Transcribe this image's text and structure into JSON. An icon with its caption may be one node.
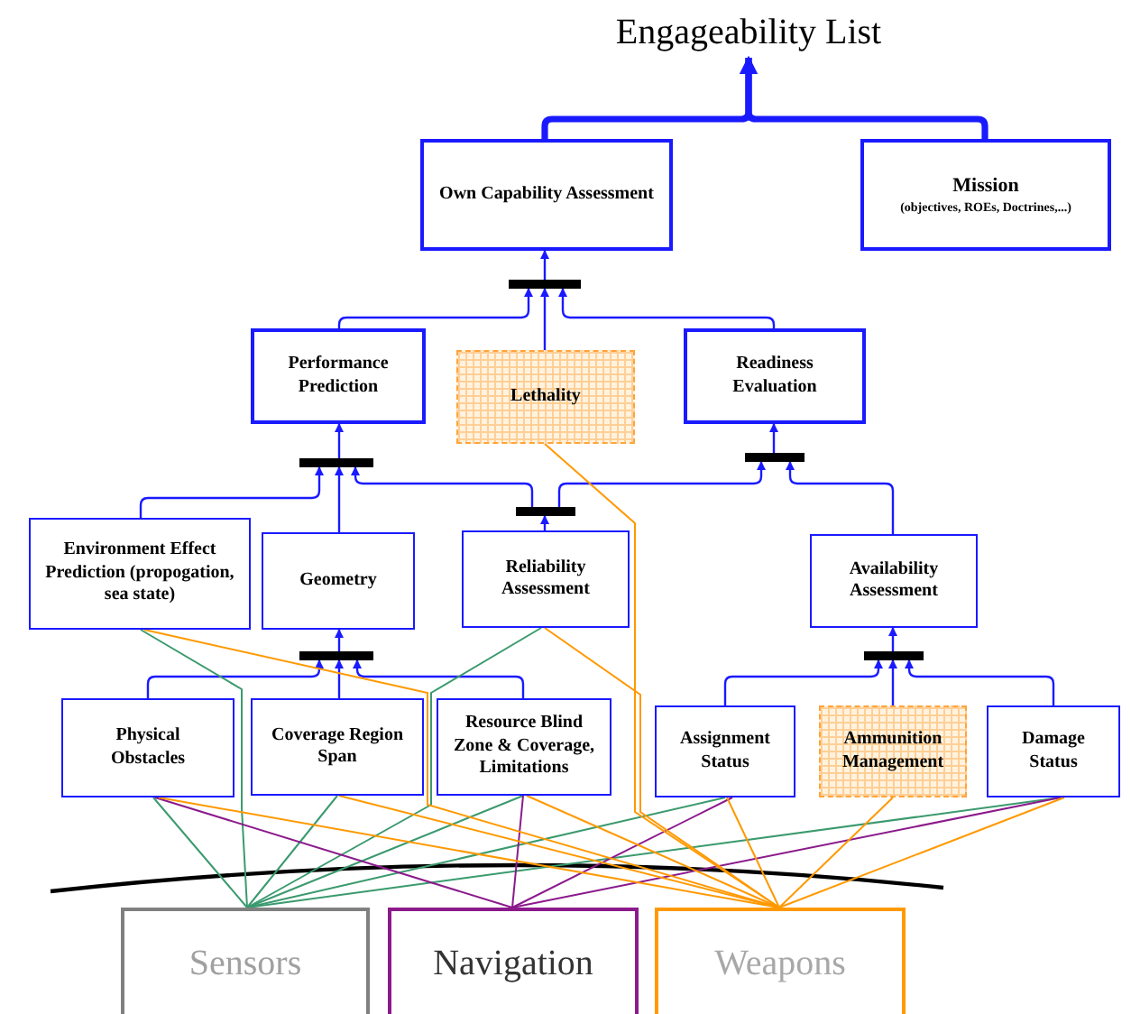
{
  "diagram": {
    "nodes": [
      {
        "text": [
          "Engageability List"
        ]
      },
      {
        "text": [
          "Own Capability Assessment"
        ]
      },
      {
        "text": [
          "Mission",
          "(objectives, ROEs, Doctrines,...)"
        ]
      },
      {
        "text": [
          "Performance Prediction"
        ]
      },
      {
        "text": [
          "Lethality"
        ]
      },
      {
        "text": [
          "Readiness Evaluation"
        ]
      },
      {
        "text": [
          "Environment Effect Prediction (propogation, sea state)"
        ]
      },
      {
        "text": [
          "Geometry"
        ]
      },
      {
        "text": [
          "Reliability Assessment"
        ]
      },
      {
        "text": [
          "Availability Assessment"
        ]
      },
      {
        "text": [
          "Physical Obstacles"
        ]
      },
      {
        "text": [
          "Coverage Region Span"
        ]
      },
      {
        "text": [
          "Resource Blind Zone & Coverage, Limitations"
        ]
      },
      {
        "text": [
          "Assignment Status"
        ]
      },
      {
        "text": [
          "Ammunition Management"
        ]
      },
      {
        "text": [
          "Damage Status"
        ]
      },
      {
        "text": [
          "Sensors"
        ]
      },
      {
        "text": [
          "Navigation"
        ]
      },
      {
        "text": [
          "Weapons"
        ]
      },
      {
        "text": [],
        "shape": "bar"
      },
      {
        "text": [],
        "shape": "bar"
      },
      {
        "text": [],
        "shape": "bar"
      },
      {
        "text": [],
        "shape": "bar"
      },
      {
        "text": [],
        "shape": "bar"
      },
      {
        "text": [],
        "shape": "bar"
      }
    ],
    "edges": [
      {
        "from": 1,
        "to": 0,
        "arrow": "to",
        "style": "thick"
      },
      {
        "from": 2,
        "to": 0,
        "arrow": "to",
        "style": "thick"
      },
      {
        "from": 19,
        "to": 1,
        "arrow": "to"
      },
      {
        "from": 3,
        "to": 19,
        "arrow": "to"
      },
      {
        "from": 4,
        "to": 19,
        "arrow": "to"
      },
      {
        "from": 5,
        "to": 19,
        "arrow": "to"
      },
      {
        "from": 20,
        "to": 3,
        "arrow": "to"
      },
      {
        "from": 6,
        "to": 20,
        "arrow": "to"
      },
      {
        "from": 7,
        "to": 20,
        "arrow": "to"
      },
      {
        "from": 21,
        "to": 20,
        "arrow": "to"
      },
      {
        "from": 8,
        "to": 21,
        "arrow": "to"
      },
      {
        "from": 21,
        "to": 22,
        "arrow": "to"
      },
      {
        "from": 22,
        "to": 5,
        "arrow": "to"
      },
      {
        "from": 9,
        "to": 22,
        "arrow": "to"
      },
      {
        "from": 23,
        "to": 7,
        "arrow": "to"
      },
      {
        "from": 10,
        "to": 23,
        "arrow": "to"
      },
      {
        "from": 11,
        "to": 23,
        "arrow": "to"
      },
      {
        "from": 12,
        "to": 23,
        "arrow": "to"
      },
      {
        "from": 24,
        "to": 9,
        "arrow": "to"
      },
      {
        "from": 13,
        "to": 24,
        "arrow": "to"
      },
      {
        "from": 14,
        "to": 24,
        "arrow": "to"
      },
      {
        "from": 15,
        "to": 24,
        "arrow": "to"
      },
      {
        "from": 16,
        "to": 6,
        "arrow": "none",
        "color": "#3a9a6e"
      },
      {
        "from": 16,
        "to": 8,
        "arrow": "none",
        "color": "#3a9a6e"
      },
      {
        "from": 16,
        "to": 10,
        "arrow": "none",
        "color": "#3a9a6e"
      },
      {
        "from": 16,
        "to": 11,
        "arrow": "none",
        "color": "#3a9a6e"
      },
      {
        "from": 16,
        "to": 12,
        "arrow": "none",
        "color": "#3a9a6e"
      },
      {
        "from": 16,
        "to": 13,
        "arrow": "none",
        "color": "#3a9a6e"
      },
      {
        "from": 16,
        "to": 15,
        "arrow": "none",
        "color": "#3a9a6e"
      },
      {
        "from": 17,
        "to": 10,
        "arrow": "none",
        "color": "#8b1a8b"
      },
      {
        "from": 17,
        "to": 12,
        "arrow": "none",
        "color": "#8b1a8b"
      },
      {
        "from": 17,
        "to": 13,
        "arrow": "none",
        "color": "#8b1a8b"
      },
      {
        "from": 17,
        "to": 15,
        "arrow": "none",
        "color": "#8b1a8b"
      },
      {
        "from": 18,
        "to": 4,
        "arrow": "none",
        "color": "#ff9900"
      },
      {
        "from": 18,
        "to": 6,
        "arrow": "none",
        "color": "#ff9900"
      },
      {
        "from": 18,
        "to": 8,
        "arrow": "none",
        "color": "#ff9900"
      },
      {
        "from": 18,
        "to": 10,
        "arrow": "none",
        "color": "#ff9900"
      },
      {
        "from": 18,
        "to": 11,
        "arrow": "none",
        "color": "#ff9900"
      },
      {
        "from": 18,
        "to": 12,
        "arrow": "none",
        "color": "#ff9900"
      },
      {
        "from": 18,
        "to": 13,
        "arrow": "none",
        "color": "#ff9900"
      },
      {
        "from": 18,
        "to": 14,
        "arrow": "none",
        "color": "#ff9900"
      },
      {
        "from": 18,
        "to": 15,
        "arrow": "none",
        "color": "#ff9900"
      }
    ]
  }
}
